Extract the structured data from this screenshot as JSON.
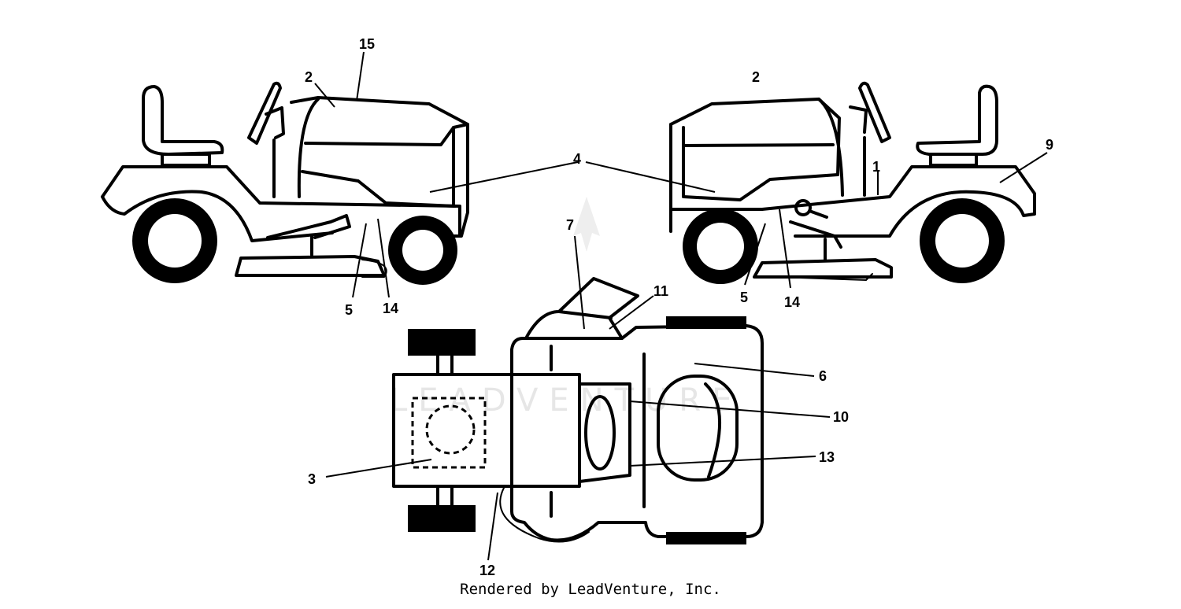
{
  "watermark": "LEADVENTURE",
  "credit": "Rendered by LeadVenture, Inc.",
  "callouts": [
    {
      "id": "15",
      "text": "15"
    },
    {
      "id": "2a",
      "text": "2"
    },
    {
      "id": "2b",
      "text": "2"
    },
    {
      "id": "4",
      "text": "4"
    },
    {
      "id": "1",
      "text": "1"
    },
    {
      "id": "9",
      "text": "9"
    },
    {
      "id": "5a",
      "text": "5"
    },
    {
      "id": "14a",
      "text": "14"
    },
    {
      "id": "5b",
      "text": "5"
    },
    {
      "id": "14b",
      "text": "14"
    },
    {
      "id": "7",
      "text": "7"
    },
    {
      "id": "11",
      "text": "11"
    },
    {
      "id": "6",
      "text": "6"
    },
    {
      "id": "10",
      "text": "10"
    },
    {
      "id": "13",
      "text": "13"
    },
    {
      "id": "3",
      "text": "3"
    },
    {
      "id": "12",
      "text": "12"
    }
  ]
}
